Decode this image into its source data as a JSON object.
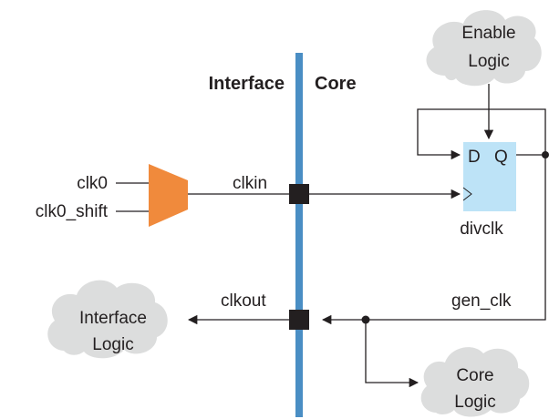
{
  "colors": {
    "bus": "#4a8ec4",
    "mux": "#f08a3c",
    "flipflop": "#bde3f7",
    "cloud": "#dcdddd",
    "wire": "#231f20"
  },
  "headers": {
    "interface": "Interface",
    "core": "Core"
  },
  "clouds": {
    "enable": [
      "Enable",
      "Logic"
    ],
    "interface": [
      "Interface",
      "Logic"
    ],
    "core": [
      "Core",
      "Logic"
    ]
  },
  "signals": {
    "clk0": "clk0",
    "clk0_shift": "clk0_shift",
    "clkin": "clkin",
    "clkout": "clkout",
    "gen_clk": "gen_clk"
  },
  "flipflop": {
    "d": "D",
    "q": "Q",
    "name": "divclk"
  }
}
